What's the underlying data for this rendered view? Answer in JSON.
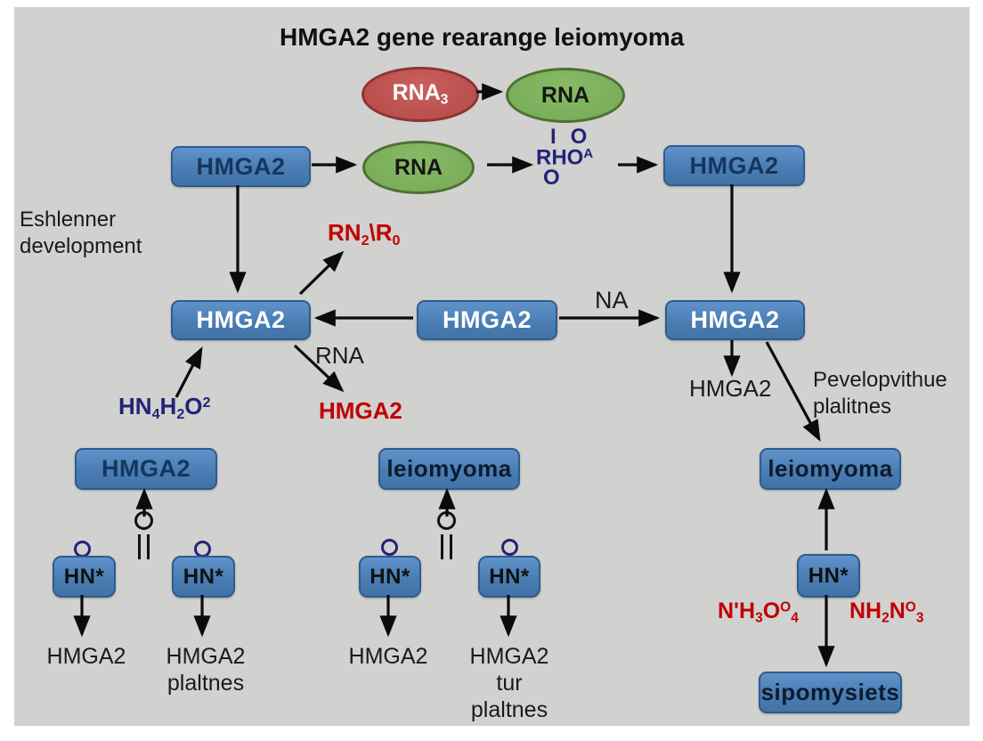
{
  "title": "HMGA2 gene rearange leiomyoma",
  "ellipses": {
    "rna3": {
      "base": "RNA",
      "sub": "3"
    },
    "rna_top": "RNA",
    "rna_mid": "RNA"
  },
  "boxes": {
    "hmga2": "HMGA2",
    "leiomyoma": "leiomyoma",
    "sipomysiets": "sipomysiets",
    "hn": "HN*"
  },
  "labels": {
    "eshlenner_line1": "Eshlenner",
    "eshlenner_line2": "development",
    "na": "NA",
    "rna": "RNA",
    "hmga2_red": "HMGA2",
    "hmga2_below_right": "HMGA2",
    "develop_line1": "Pevelopvithue",
    "develop_line2": "plalitnes",
    "bottom1": "HMGA2",
    "bottom2_line1": "HMGA2",
    "bottom2_line2": "plaltnes",
    "bottom3": "HMGA2",
    "bottom4_line1": "HMGA2",
    "bottom4_line2": "tur",
    "bottom4_line3": "plaltnes"
  },
  "formulas": {
    "rho": {
      "top1": "I",
      "top2": "O",
      "main": "RHO",
      "sup": "A",
      "bottom": "O"
    },
    "rn2r0": {
      "p1": "RN",
      "sub1": "2",
      "p2": "\\R",
      "sub2": "0"
    },
    "hn4h2o2": {
      "p1": "HN",
      "sub1": "4",
      "p2": "H",
      "sub2": "2",
      "p3": "O",
      "sup": "2"
    },
    "nh3o4": {
      "p1": "N'H",
      "sub1": "3",
      "p2": "O",
      "sup": "O",
      "sub2": "4"
    },
    "nh2n3": {
      "p1": "NH",
      "sub1": "2",
      "p2": "N",
      "sup": "O",
      "sub2": "3"
    }
  },
  "symbols": {
    "double_bond_o": "O"
  },
  "colors": {
    "canvas_bg": "#d1d1cf",
    "box_fill": "#4a7db3",
    "box_border": "#2f5c8f",
    "box_text_navy": "#17365d",
    "box_text_white": "#ffffff",
    "dark_box_text": "#0d1b2e",
    "green_fill": "#74a854",
    "green_border": "#4f7030",
    "red_fill": "#b34a48",
    "red_border": "#8f3432",
    "red_text": "#c00000",
    "navy_text": "#232377",
    "arrow_color": "#0b0b0b"
  }
}
